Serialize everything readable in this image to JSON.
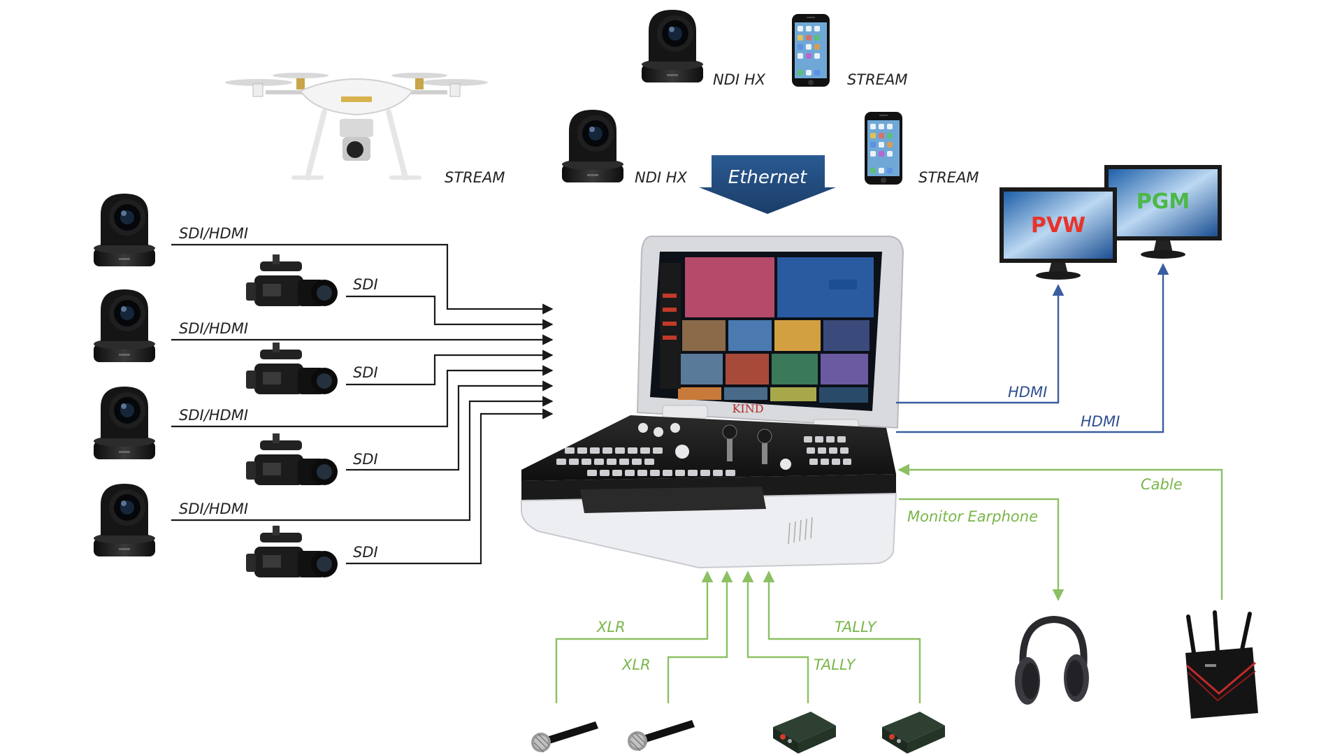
{
  "colors": {
    "accent_blue": "#244a7c",
    "wire_blue": "#3a5da0",
    "wire_green": "#8cc063",
    "pvw_red": "#e8332a",
    "pgm_green": "#4cb848"
  },
  "labels": {
    "drone_stream": "STREAM",
    "ptz_top_ndi": "NDI HX",
    "phone_top_stream": "STREAM",
    "ptz_mid_ndi": "NDI HX",
    "phone_mid_stream": "STREAM",
    "ethernet": "Ethernet",
    "sdi_hdmi_1": "SDI/HDMI",
    "sdi_1": "SDI",
    "sdi_hdmi_2": "SDI/HDMI",
    "sdi_2": "SDI",
    "sdi_hdmi_3": "SDI/HDMI",
    "sdi_3": "SDI",
    "sdi_hdmi_4": "SDI/HDMI",
    "sdi_4": "SDI",
    "hdmi_pvw": "HDMI",
    "hdmi_pgm": "HDMI",
    "cable": "Cable",
    "monitor_earphone": "Monitor Earphone",
    "xlr_1": "XLR",
    "xlr_2": "XLR",
    "tally_1": "TALLY",
    "tally_2": "TALLY",
    "monitor_pvw": "PVW",
    "monitor_pgm": "PGM",
    "switcher_brand": "KIND"
  }
}
